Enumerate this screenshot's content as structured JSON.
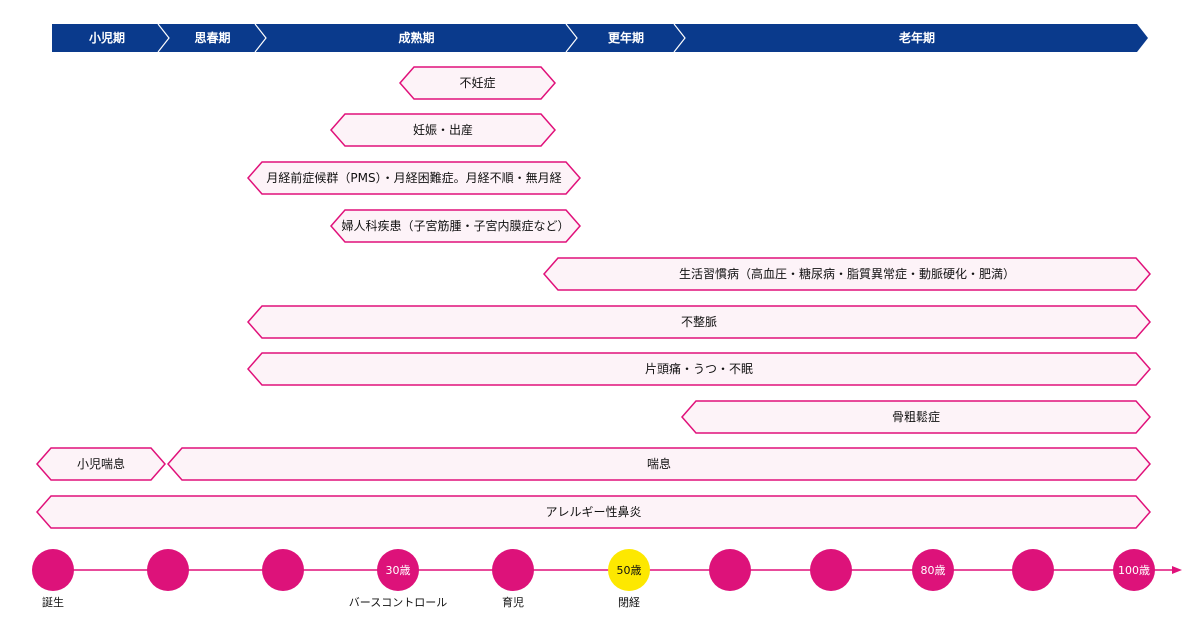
{
  "colors": {
    "stage_band": "#0a3a8c",
    "stage_divider": "#ffffff",
    "bar_fill": "#fdf3f8",
    "bar_stroke": "#e0117a",
    "axis": "#e0117a",
    "node": "#dd127a",
    "node_highlight": "#fde800"
  },
  "stages": [
    {
      "label": "小児期"
    },
    {
      "label": "思春期"
    },
    {
      "label": "成熟期"
    },
    {
      "label": "更年期"
    },
    {
      "label": "老年期"
    }
  ],
  "conditions": [
    {
      "label": "不妊症"
    },
    {
      "label": "妊娠・出産"
    },
    {
      "label": "月経前症候群（PMS）・月経困難症。月経不順・無月経"
    },
    {
      "label": "婦人科疾患（子宮筋腫・子宮内膜症など）"
    },
    {
      "label": "生活習慣病（高血圧・糖尿病・脂質異常症・動脈硬化・肥満）"
    },
    {
      "label": "不整脈"
    },
    {
      "label": "片頭痛・うつ・不眠"
    },
    {
      "label": "骨粗鬆症"
    },
    {
      "label": "小児喘息"
    },
    {
      "label": "喘息"
    },
    {
      "label": "アレルギー性鼻炎"
    }
  ],
  "timeline": [
    {
      "label": "",
      "below": "誕生",
      "highlight": false
    },
    {
      "label": "",
      "below": "",
      "highlight": false
    },
    {
      "label": "",
      "below": "",
      "highlight": false
    },
    {
      "label": "30歳",
      "below": "バースコントロール",
      "highlight": false
    },
    {
      "label": "",
      "below": "育児",
      "highlight": false
    },
    {
      "label": "50歳",
      "below": "閉経",
      "highlight": true
    },
    {
      "label": "",
      "below": "",
      "highlight": false
    },
    {
      "label": "",
      "below": "",
      "highlight": false
    },
    {
      "label": "80歳",
      "below": "",
      "highlight": false
    },
    {
      "label": "",
      "below": "",
      "highlight": false
    },
    {
      "label": "100歳",
      "below": "",
      "highlight": false
    }
  ]
}
